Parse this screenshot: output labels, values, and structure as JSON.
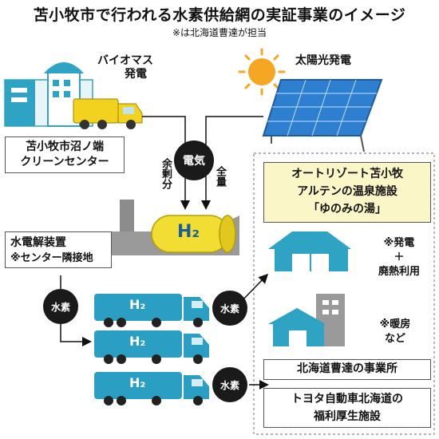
{
  "header": {
    "title": "苫小牧市で行われる水素供給網の実証事業のイメージ",
    "subtitle": "※は北海道曹達が担当"
  },
  "sources": {
    "biomass_label_1": "バイオマス",
    "biomass_label_2": "発電",
    "solar_label": "太陽光発電",
    "center_line_1": "苫小牧市沼ノ端",
    "center_line_2": "クリーンセンター"
  },
  "power": {
    "circle_label": "電気",
    "surplus_label": "余剰分",
    "full_label": "全量"
  },
  "electrolysis": {
    "line_1": "水電解装置",
    "line_2": "※センター隣接地",
    "tank_label": "H₂",
    "hydrogen_circle": "水素"
  },
  "trucks": {
    "label": "H₂",
    "hydrogen_circle_upper": "水素",
    "hydrogen_circle_lower": "水素"
  },
  "destinations": {
    "resort_line_1": "オートリゾート苫小牧",
    "resort_line_2": "アルテンの温泉施設",
    "resort_line_3": "「ゆのみの湯」",
    "note_power_1": "※発電",
    "note_power_2": "＋",
    "note_power_3": "廃熱利用",
    "note_heat_1": "※暖房",
    "note_heat_2": "など",
    "soda_office": "北海道曹達の事業所",
    "toyota_line_1": "トヨタ自動車北海道の",
    "toyota_line_2": "福利厚生施設"
  },
  "colors": {
    "building_blue": "#2fa3c4",
    "truck_blue": "#2b9fc3",
    "tank_yellow": "#f2dd32",
    "sun_orange": "#f5a623",
    "panel_blue": "#2f7fd0",
    "highlight_box": "#fbf6c8",
    "factory_gray": "#8c8c8c"
  }
}
